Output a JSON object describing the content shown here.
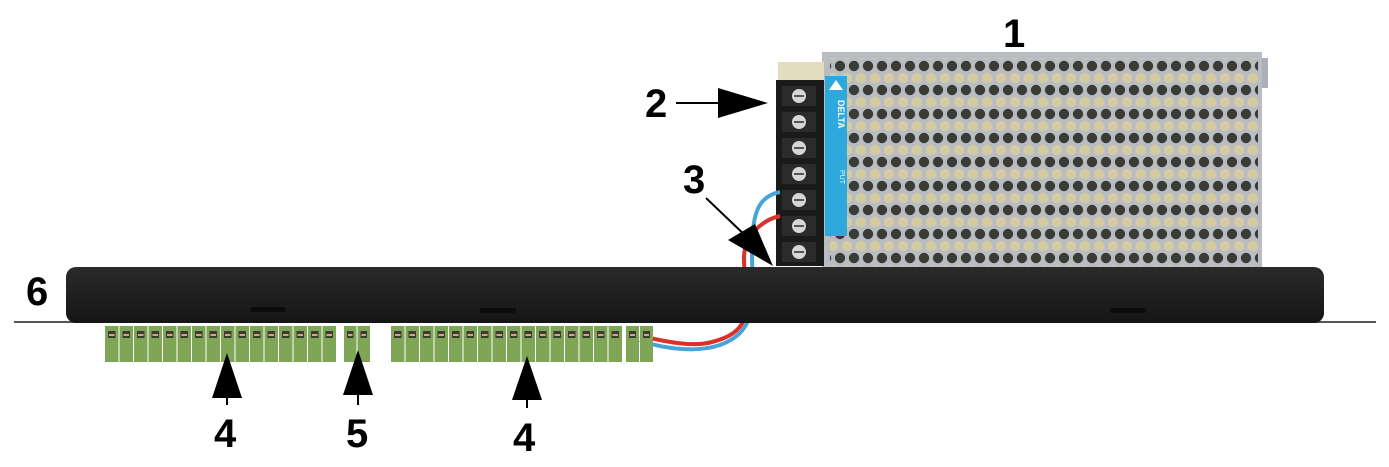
{
  "title": "Rack-mount power supply unit with terminal blocks",
  "labels": {
    "psu": "1",
    "psu_output_terminals": "2",
    "power_wires": "3",
    "terminal_block_left": "4",
    "terminal_block_small": "5",
    "terminal_block_right": "4",
    "rack_chassis": "6"
  },
  "psu_brand": "DELTA",
  "psu_side_text": "PUT",
  "colors": {
    "chassis": "#1e1e1e",
    "psu_metal": "#b8bcc0",
    "psu_hole_light": "#d8cfa6",
    "psu_hole_dark": "#2a2a2a",
    "terminal_green": "#7fa556",
    "terminal_black": "#1a1a1a",
    "delta_blue": "#2ea9de",
    "wire_red": "#d8322a",
    "wire_blue": "#4aa3d8",
    "beige_cap": "#e4dcbe"
  },
  "terminals": {
    "left_count": 16,
    "small_count": 2,
    "right_count": 16,
    "power_count": 2,
    "psu_screw_count": 7
  }
}
